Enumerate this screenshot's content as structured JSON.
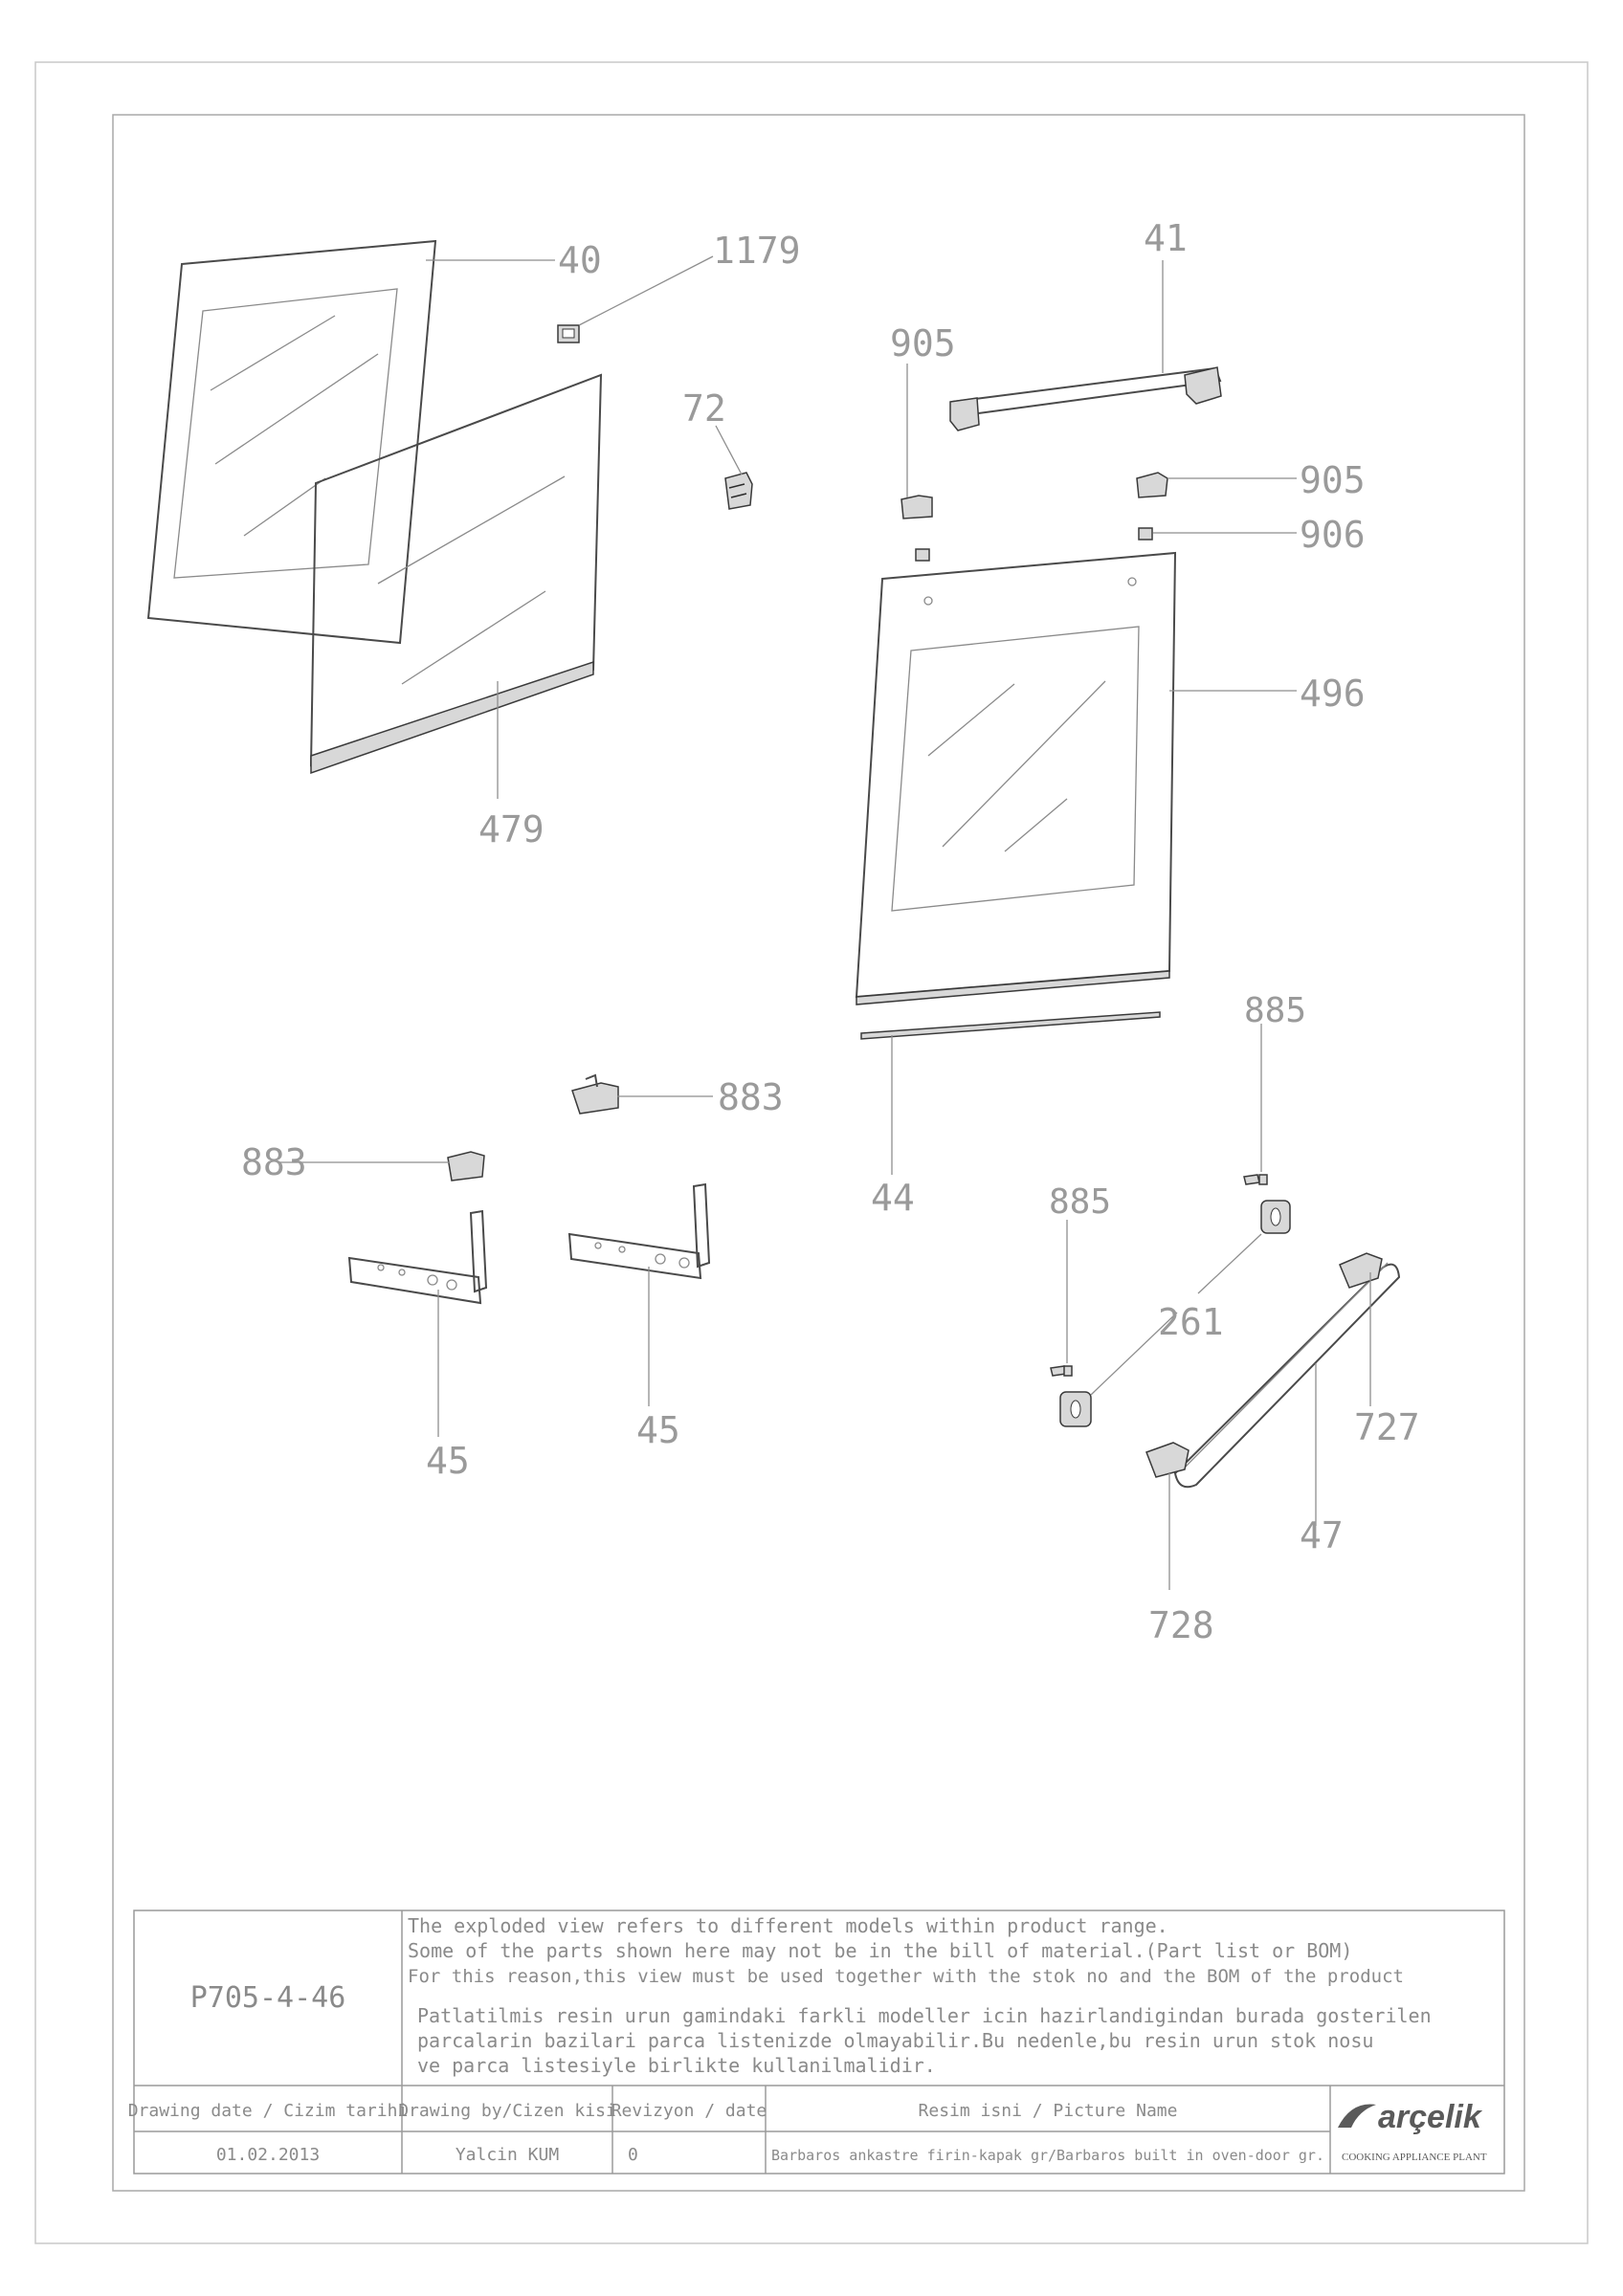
{
  "parts": {
    "p40": "40",
    "p1179": "1179",
    "p41": "41",
    "p905a": "905",
    "p72": "72",
    "p905b": "905",
    "p906": "906",
    "p496": "496",
    "p479": "479",
    "p885a": "885",
    "p883a": "883",
    "p883b": "883",
    "p44": "44",
    "p885b": "885",
    "p261": "261",
    "p727": "727",
    "p45a": "45",
    "p45b": "45",
    "p47": "47",
    "p728": "728"
  },
  "title_block": {
    "drawing_no": "P705-4-46",
    "note_en_1": "The exploded view refers to different models within product range.",
    "note_en_2": "Some of the parts shown here may not be in the bill of material.(Part list or BOM)",
    "note_en_3": "For this reason,this view must be used together with the stok no and the BOM of the product",
    "note_tr_1": "Patlatilmis resin urun gamindaki farkli modeller icin hazirlandigindan burada gosterilen",
    "note_tr_2": "parcalarin bazilari parca listenizde olmayabilir.Bu nedenle,bu resin urun stok nosu",
    "note_tr_3": "ve parca listesiyle birlikte kullanilmalidir.",
    "date_label": "Drawing date / Cizim tarihi",
    "date_value": "01.02.2013",
    "by_label": "Drawing by/Cizen kisi",
    "by_value": "Yalcin KUM",
    "rev_label": "Revizyon / date",
    "rev_value": "0",
    "picture_label": "Resim isni / Picture Name",
    "picture_value": "Barbaros ankastre firin-kapak gr/Barbaros built in oven-door gr.",
    "brand": "arçelik",
    "brand_sub": "COOKING APPLIANCE PLANT"
  },
  "colors": {
    "line": "#4a4a4a",
    "label": "#9a9a9a",
    "brand": "#5a5a5a"
  }
}
